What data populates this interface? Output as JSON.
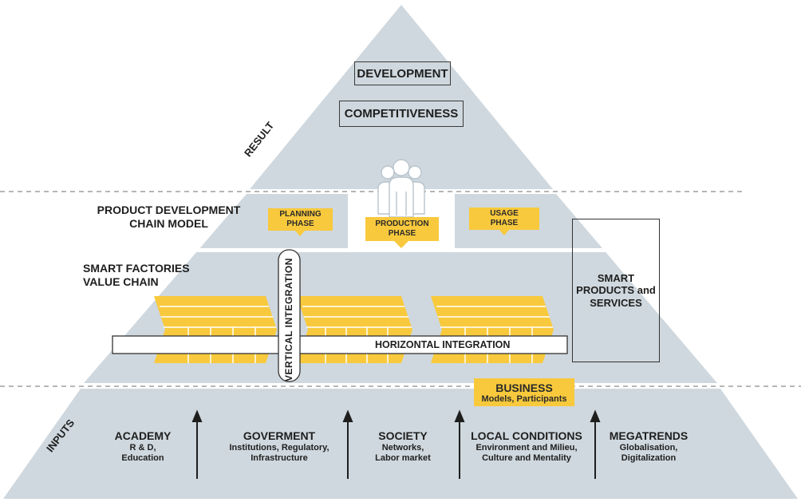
{
  "top": {
    "development": "DEVELOPMENT",
    "competitiveness": "COMPETITIVENESS"
  },
  "side_labels": {
    "result": "RESULT",
    "inputs": "INPUTS"
  },
  "pdcm": {
    "line1": "PRODUCT DEVELOPMENT",
    "line2": "CHAIN MODEL"
  },
  "phases": [
    {
      "line1": "PLANNING",
      "line2": "PHASE"
    },
    {
      "line1": "PRODUCTION",
      "line2": "PHASE"
    },
    {
      "line1": "USAGE",
      "line2": "PHASE"
    }
  ],
  "sfvc": {
    "line1": "SMART FACTORIES",
    "line2": "VALUE CHAIN"
  },
  "vertical_integration": "VERTICAL INTEGRATION",
  "horizontal_integration": "HORIZONTAL INTEGRATION",
  "smart_products": {
    "line1": "SMART",
    "line2": "PRODUCTS and",
    "line3": "SERVICES"
  },
  "business": {
    "title": "BUSINESS",
    "subtitle": "Models, Participants"
  },
  "inputs": [
    {
      "title": "ACADEMY",
      "line1": "R & D,",
      "line2": "Education"
    },
    {
      "title": "GOVERMENT",
      "line1": "Institutions, Regulatory,",
      "line2": "Infrastructure"
    },
    {
      "title": "SOCIETY",
      "line1": "Networks,",
      "line2": "Labor market"
    },
    {
      "title": "LOCAL CONDITIONS",
      "line1": "Environment and Milieu,",
      "line2": "Culture and Mentality"
    },
    {
      "title": "MEGATRENDS",
      "line1": "Globalisation,",
      "line2": "Digitalization"
    }
  ],
  "colors": {
    "pyramid": "#cfd8de",
    "accent": "#f8c93c",
    "text": "#1e1e1e",
    "divider": "#7d7d7d"
  }
}
